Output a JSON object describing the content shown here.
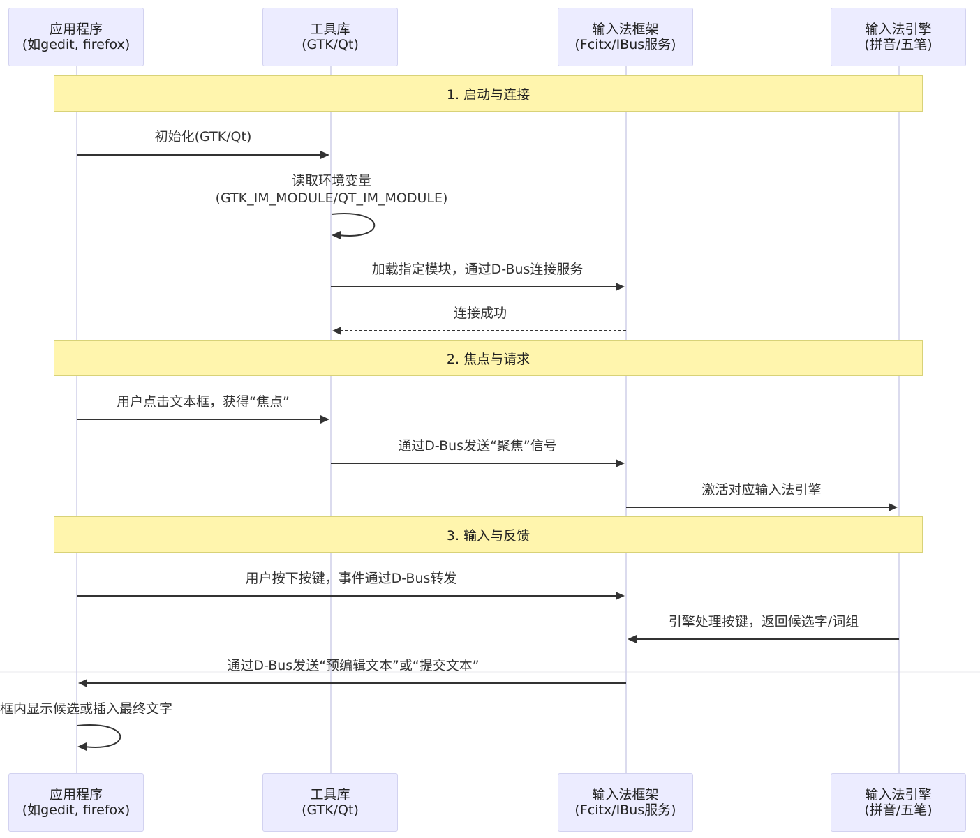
{
  "actors": [
    {
      "id": "app",
      "line1": "应用程序",
      "line2": "(如gedit, firefox)"
    },
    {
      "id": "toolkit",
      "line1": "工具库",
      "line2": "(GTK/Qt)"
    },
    {
      "id": "framework",
      "line1": "输入法框架",
      "line2": "(Fcitx/IBus服务)"
    },
    {
      "id": "engine",
      "line1": "输入法引擎",
      "line2": "(拼音/五笔)"
    }
  ],
  "sections": [
    {
      "label": "1. 启动与连接"
    },
    {
      "label": "2. 焦点与请求"
    },
    {
      "label": "3. 输入与反馈"
    }
  ],
  "messages": [
    {
      "from": "app",
      "to": "toolkit",
      "text": "初始化(GTK/Qt)",
      "style": "solid"
    },
    {
      "from": "toolkit",
      "to": "toolkit",
      "text": "读取环境变量",
      "text2": "(GTK_IM_MODULE/QT_IM_MODULE)",
      "style": "self"
    },
    {
      "from": "toolkit",
      "to": "framework",
      "text": "加载指定模块，通过D-Bus连接服务",
      "style": "solid"
    },
    {
      "from": "framework",
      "to": "toolkit",
      "text": "连接成功",
      "style": "dashed"
    },
    {
      "from": "app",
      "to": "toolkit",
      "text": "用户点击文本框，获得“焦点”",
      "style": "solid"
    },
    {
      "from": "toolkit",
      "to": "framework",
      "text": "通过D-Bus发送“聚焦”信号",
      "style": "solid"
    },
    {
      "from": "framework",
      "to": "engine",
      "text": "激活对应输入法引擎",
      "style": "solid"
    },
    {
      "from": "app",
      "to": "framework",
      "text": "用户按下按键，事件通过D-Bus转发",
      "style": "solid"
    },
    {
      "from": "engine",
      "to": "framework",
      "text": "引擎处理按键，返回候选字/词组",
      "style": "solid"
    },
    {
      "from": "framework",
      "to": "app",
      "text": "通过D-Bus发送“预编辑文本”或“提交文本”",
      "style": "solid"
    },
    {
      "from": "app",
      "to": "app",
      "text": "本框内显示候选或插入最终文字",
      "style": "self"
    }
  ],
  "colors": {
    "actor_fill": "#ececff",
    "actor_border": "#d2d2f0",
    "lifeline": "#cfcfe8",
    "note_fill": "#fff5ad",
    "note_border": "#d8d278",
    "arrow": "#333333"
  }
}
